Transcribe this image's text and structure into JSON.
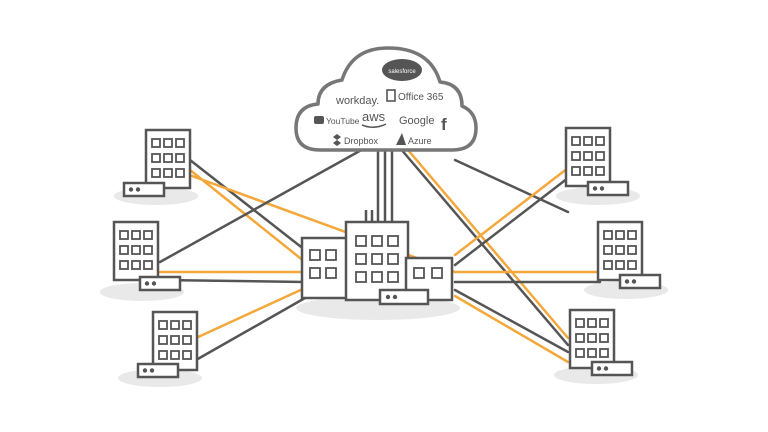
{
  "cloud": {
    "logos": [
      {
        "name": "salesforce",
        "text": "salesforce"
      },
      {
        "name": "workday",
        "text": "workday."
      },
      {
        "name": "office365",
        "text": "Office 365"
      },
      {
        "name": "aws",
        "text": "aws"
      },
      {
        "name": "youtube",
        "text": "YouTube"
      },
      {
        "name": "google",
        "text": "Google"
      },
      {
        "name": "facebook",
        "text": "f"
      },
      {
        "name": "dropbox",
        "text": "Dropbox"
      },
      {
        "name": "azure",
        "text": "Azure"
      }
    ]
  },
  "colors": {
    "line_gray": "#555555",
    "line_orange": "#F4A73A",
    "building_stroke": "#555555",
    "shadow": "#E9E9E9"
  },
  "icons": {
    "building": "office-building-icon",
    "router": "router-icon",
    "cloud": "cloud-icon",
    "hq": "headquarters-building-icon"
  }
}
